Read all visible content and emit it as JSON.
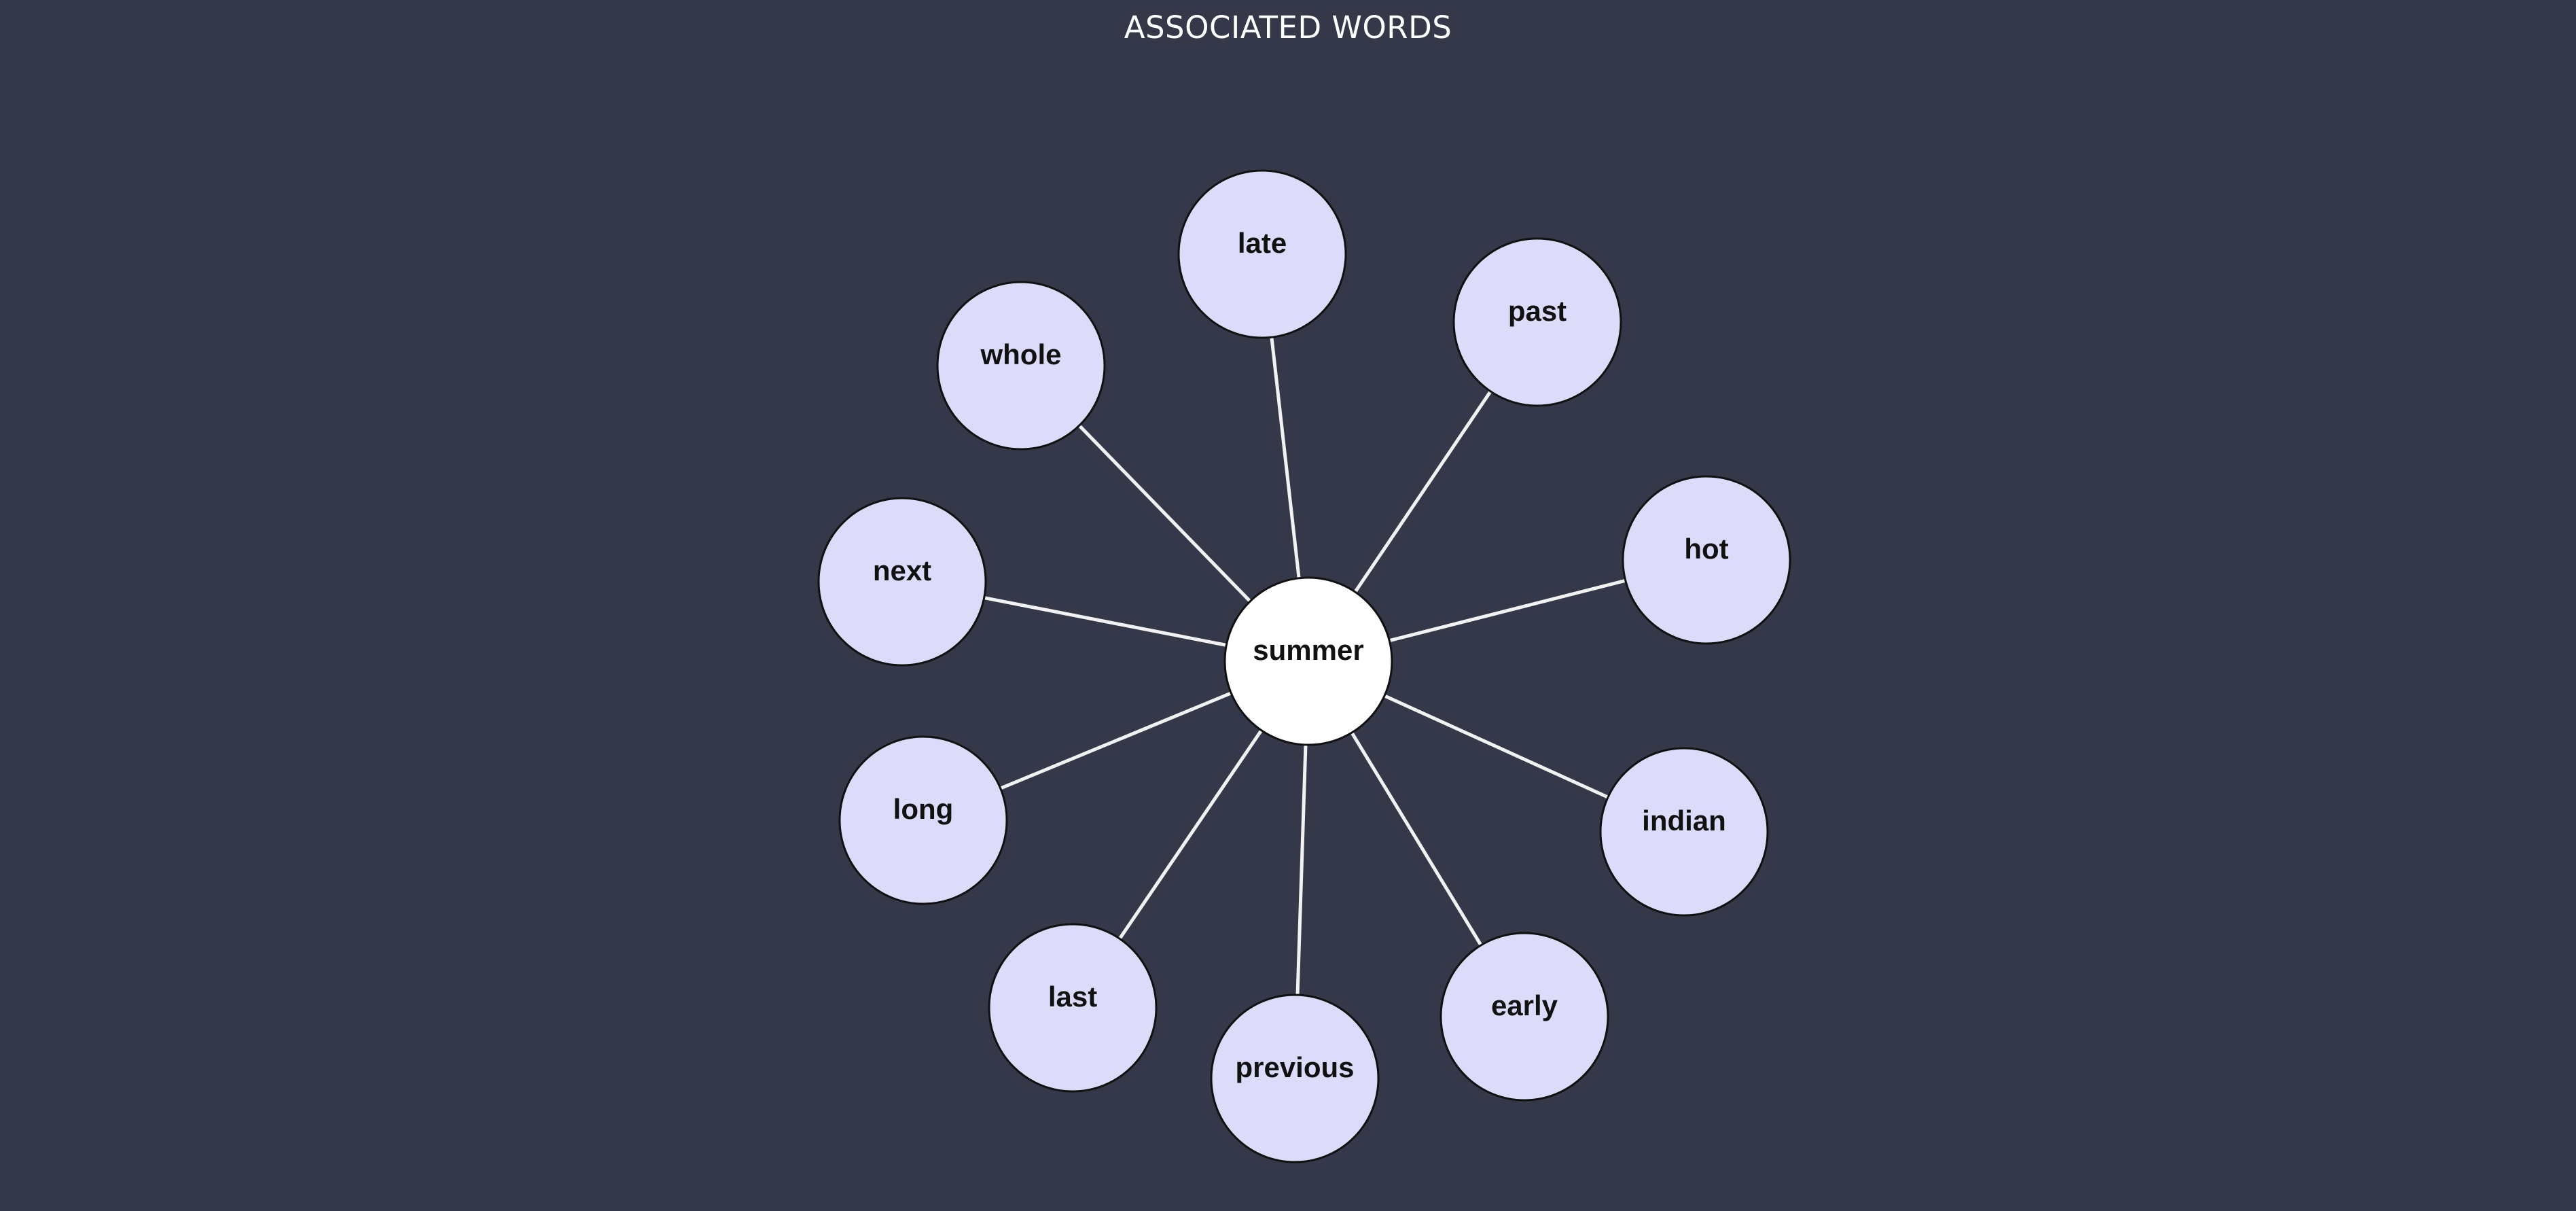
{
  "title": "ASSOCIATED WORDS",
  "center": {
    "label": "summer",
    "fill": "#ffffff"
  },
  "words": [
    {
      "id": "late",
      "label": "late"
    },
    {
      "id": "past",
      "label": "past"
    },
    {
      "id": "hot",
      "label": "hot"
    },
    {
      "id": "indian",
      "label": "indian"
    },
    {
      "id": "early",
      "label": "early"
    },
    {
      "id": "previous",
      "label": "previous"
    },
    {
      "id": "last",
      "label": "last"
    },
    {
      "id": "long",
      "label": "long"
    },
    {
      "id": "next",
      "label": "next"
    },
    {
      "id": "whole",
      "label": "whole"
    }
  ],
  "colors": {
    "background": "#343849",
    "node_fill": "#dcdcfa",
    "node_stroke": "#111111",
    "edge": "#f2f2f2"
  }
}
